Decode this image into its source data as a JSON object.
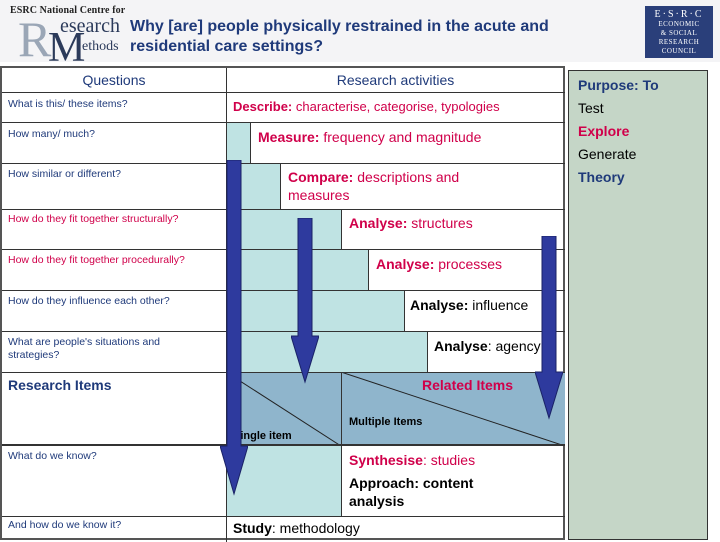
{
  "header": {
    "logo_ncrm": "ESRC National Centre for",
    "logo_r": "R",
    "logo_esearch": "esearch",
    "logo_m": "M",
    "logo_ethods": "ethods",
    "title": "Why [are] people physically restrained in the acute and residential care settings?",
    "esrc_top": "E·S·R·C",
    "esrc_lines": [
      "ECONOMIC",
      "& SOCIAL",
      "RESEARCH",
      "COUNCIL"
    ]
  },
  "table": {
    "col1_header": "Questions",
    "col2_header": "Research activities",
    "rows": [
      {
        "question": "What is this/ these items?",
        "keyword": "Describe:",
        "text": " characterise, categorise, typologies"
      },
      {
        "question": "How many/ much?",
        "keyword": "Measure:",
        "text": " frequency and magnitude"
      },
      {
        "question": "How similar or different?",
        "keyword": "Compare:",
        "text": " descriptions and measures"
      },
      {
        "question": "How do they fit together structurally?",
        "keyword": "Analyse:",
        "text": " structures"
      },
      {
        "question": "How do they fit together procedurally?",
        "keyword": "Analyse:",
        "text": " processes"
      },
      {
        "question": "How do they influence each other?",
        "keyword": "Analyse:",
        "text": " influence"
      },
      {
        "question": "What are people's situations and strategies?",
        "keyword": "Analyse",
        "text": ": agency"
      }
    ],
    "research_items": "Research Items",
    "related_items": "Related Items",
    "single_item": "Single item",
    "multiple_items": "Multiple Items",
    "know_question": "What do we know?",
    "synthesise_kw": "Synthesise",
    "synthesise_text": ": studies",
    "approach": "Approach: content analysis",
    "how_know_question": "And how do we know it?",
    "study_kw": "Study",
    "study_text": ": methodology"
  },
  "purpose": {
    "heading": "Purpose: To",
    "items": [
      "Test",
      "Explore",
      "Generate",
      "Theory"
    ]
  },
  "colors": {
    "title_blue": "#1f3a7a",
    "keyword_red": "#d0004a",
    "teal_fill": "#bfe3e3",
    "items_fill": "#8fb5cc",
    "purpose_fill": "#c5d6c7",
    "arrow_fill": "#2e3a9e"
  }
}
